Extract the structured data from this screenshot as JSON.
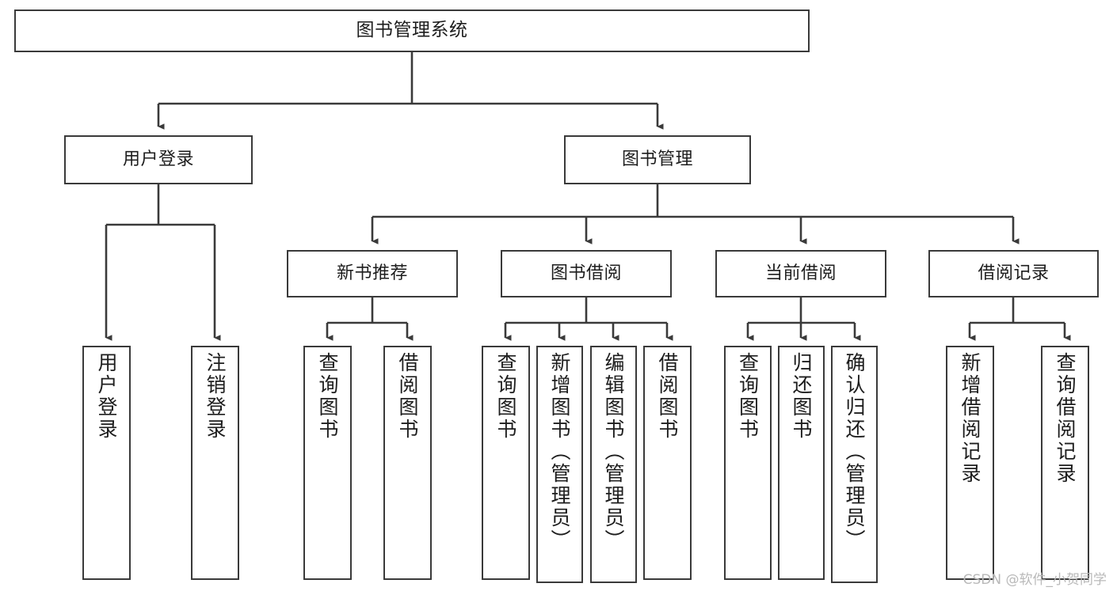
{
  "diagram": {
    "title": "图书管理系统",
    "watermark": "CSDN @软件_小贺同学",
    "stroke_color": "#3a3a3a",
    "text_color": "#1d1d1d",
    "background": "#ffffff"
  },
  "nodes": {
    "root": {
      "label": "图书管理系统"
    },
    "level2": [
      {
        "label": "用户登录"
      },
      {
        "label": "图书管理"
      }
    ],
    "level3": [
      {
        "label": "新书推荐"
      },
      {
        "label": "图书借阅"
      },
      {
        "label": "当前借阅"
      },
      {
        "label": "借阅记录"
      }
    ],
    "leaves": {
      "user_login": [
        {
          "label": "用户登录"
        },
        {
          "label": "注销登录"
        }
      ],
      "new_book_recommend": [
        {
          "label": "查询图书"
        },
        {
          "label": "借阅图书"
        }
      ],
      "book_borrow": [
        {
          "label": "查询图书"
        },
        {
          "label": "新增图书（管理员）"
        },
        {
          "label": "编辑图书（管理员）"
        },
        {
          "label": "借阅图书"
        }
      ],
      "current_borrow": [
        {
          "label": "查询图书"
        },
        {
          "label": "归还图书"
        },
        {
          "label": "确认归还（管理员）"
        }
      ],
      "borrow_records": [
        {
          "label": "新增借阅记录"
        },
        {
          "label": "查询借阅记录"
        }
      ]
    }
  }
}
